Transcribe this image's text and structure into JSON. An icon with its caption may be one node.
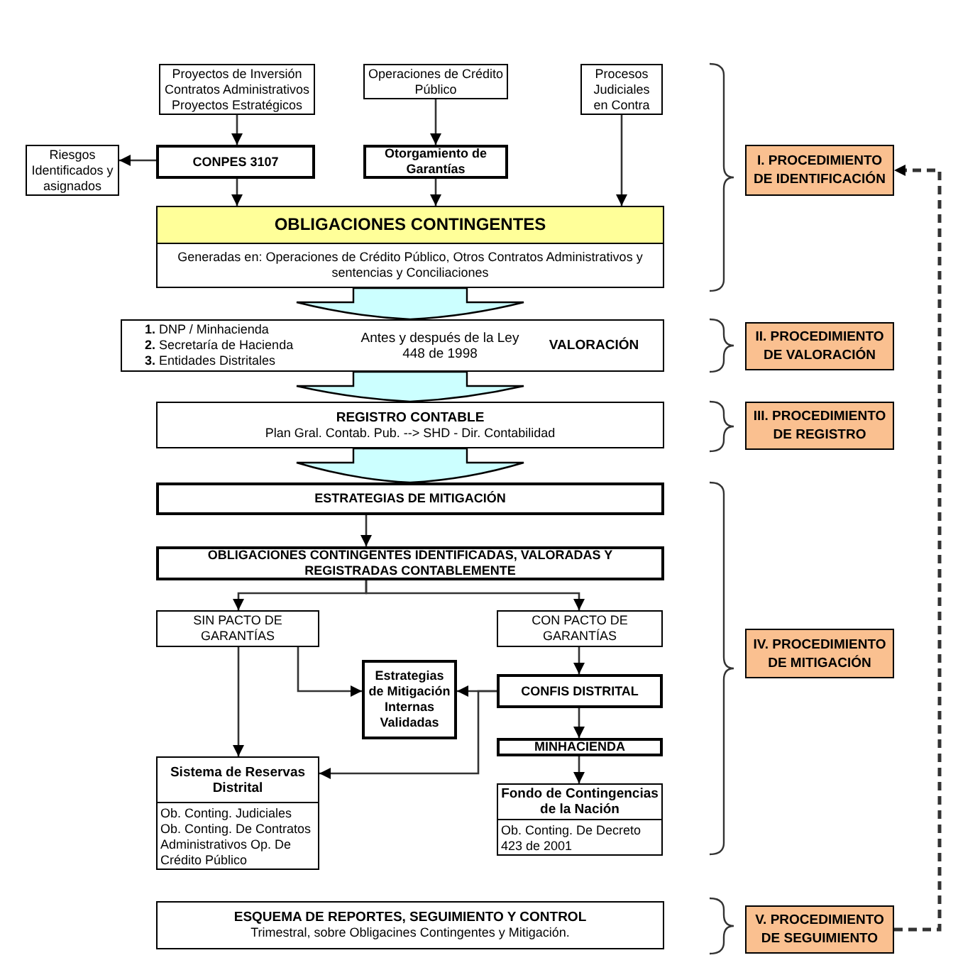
{
  "diagram": {
    "nodes": [
      {
        "text": [
          "Proyectos de Inversión Contratos Administrativos Proyectos Estratégicos"
        ]
      },
      {
        "text": [
          "Operaciones de Crédito Público"
        ]
      },
      {
        "text": [
          "Procesos Judiciales en Contra"
        ]
      },
      {
        "text": [
          "Riesgos Identificados y asignados"
        ]
      },
      {
        "text": [
          "CONPES 3107"
        ]
      },
      {
        "text": [
          "Otorgamiento de Garantías"
        ]
      },
      {
        "text": [
          "OBLIGACIONES CONTINGENTES",
          "Generadas en: Operaciones de Crédito Público, Otros Contratos Administrativos y sentencias y Conciliaciones"
        ]
      },
      {
        "text": [
          "**1.** DNP / Minhacienda",
          "**2.** Secretaría de Hacienda",
          "**3.** Entidades Distritales",
          "Antes y después de la Ley 448 de 1998",
          "VALORACIÓN"
        ]
      },
      {
        "text": [
          "REGISTRO CONTABLE",
          "Plan Gral. Contab. Pub.  --> SHD - Dir. Contabilidad"
        ]
      },
      {
        "text": [
          "ESTRATEGIAS DE MITIGACIÓN"
        ]
      },
      {
        "text": [
          "OBLIGACIONES CONTINGENTES IDENTIFICADAS, VALORADAS Y REGISTRADAS CONTABLEMENTE"
        ]
      },
      {
        "text": [
          "SIN PACTO DE GARANTÍAS"
        ]
      },
      {
        "text": [
          "CON PACTO DE GARANTÍAS"
        ]
      },
      {
        "text": [
          "Estrategias de Mitigación Internas Validadas"
        ]
      },
      {
        "text": [
          "CONFIS DISTRITAL"
        ]
      },
      {
        "text": [
          "MINHACIENDA"
        ]
      },
      {
        "text": [
          "Sistema de Reservas Distrital",
          "Ob. Conting. Judiciales Ob. Conting. De Contratos Administrativos Op. De Crédito Público"
        ]
      },
      {
        "text": [
          "Fondo de Contingencias de la Nación",
          "Ob. Conting. De Decreto 423 de 2001"
        ]
      },
      {
        "text": [
          "ESQUEMA DE REPORTES, SEGUIMIENTO Y CONTROL",
          "Trimestral, sobre Obligacines Contingentes y Mitigación."
        ]
      },
      {
        "text": [
          "I.  PROCEDIMIENTO DE IDENTIFICACIÓN"
        ]
      },
      {
        "text": [
          "II.  PROCEDIMIENTO DE VALORACIÓN"
        ]
      },
      {
        "text": [
          "III.  PROCEDIMIENTO DE REGISTRO"
        ]
      },
      {
        "text": [
          "IV.  PROCEDIMIENTO DE MITIGACIÓN"
        ]
      },
      {
        "text": [
          "V. PROCEDIMIENTO DE SEGUIMIENTO"
        ]
      }
    ],
    "edges": [
      {
        "from": 0,
        "to": 4,
        "arrow": "to"
      },
      {
        "from": 1,
        "to": 5,
        "arrow": "to"
      },
      {
        "from": 4,
        "to": 3,
        "arrow": "to"
      },
      {
        "from": 4,
        "to": 6,
        "arrow": "to"
      },
      {
        "from": 5,
        "to": 6,
        "arrow": "to"
      },
      {
        "from": 2,
        "to": 6,
        "arrow": "to"
      },
      {
        "from": 6,
        "to": 7,
        "arrow": "to"
      },
      {
        "from": 7,
        "to": 8,
        "arrow": "to"
      },
      {
        "from": 8,
        "to": 9,
        "arrow": "to"
      },
      {
        "from": 9,
        "to": 10,
        "arrow": "to"
      },
      {
        "from": 10,
        "to": 11,
        "arrow": "to"
      },
      {
        "from": 10,
        "to": 12,
        "arrow": "to"
      },
      {
        "from": 11,
        "to": 16,
        "arrow": "to"
      },
      {
        "from": 11,
        "to": 13,
        "arrow": "to"
      },
      {
        "from": 12,
        "to": 14,
        "arrow": "to"
      },
      {
        "from": 14,
        "to": 13,
        "arrow": "to"
      },
      {
        "from": 14,
        "to": 16,
        "arrow": "to"
      },
      {
        "from": 14,
        "to": 15,
        "arrow": "to"
      },
      {
        "from": 15,
        "to": 17,
        "arrow": "to"
      },
      {
        "from": 23,
        "to": 19,
        "arrow": "to",
        "style": "dashed"
      }
    ]
  }
}
